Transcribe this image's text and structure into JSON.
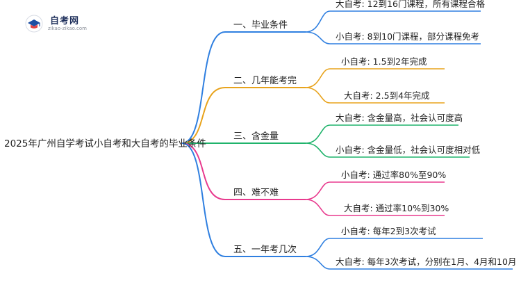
{
  "logo": {
    "title": "自考网",
    "url": "zikao-zikao.com"
  },
  "diagram": {
    "root": "2025年广州自学考试小自考和大自考的毕业条件",
    "branches": [
      {
        "label": "一、毕业条件",
        "color": "#2f7fe0",
        "children": [
          "大自考: 12到16门课程，所有课程合格",
          "小自考: 8到10门课程，部分课程免考"
        ]
      },
      {
        "label": "二、几年能考完",
        "color": "#e8a31c",
        "children": [
          "小自考: 1.5到2年完成",
          "大自考: 2.5到4年完成"
        ]
      },
      {
        "label": "三、含金量",
        "color": "#1fb36b",
        "children": [
          "大自考: 含金量高，社会认可度高",
          "小自考: 含金量低，社会认可度相对低"
        ]
      },
      {
        "label": "四、难不难",
        "color": "#e83a8e",
        "children": [
          "小自考: 通过率80%至90%",
          "大自考: 通过率10%到30%"
        ]
      },
      {
        "label": "五、一年考几次",
        "color": "#2f7fe0",
        "children": [
          "小自考: 每年2到3次考试",
          "大自考: 每年3次考试，分别在1月、4月和10月"
        ]
      }
    ]
  }
}
